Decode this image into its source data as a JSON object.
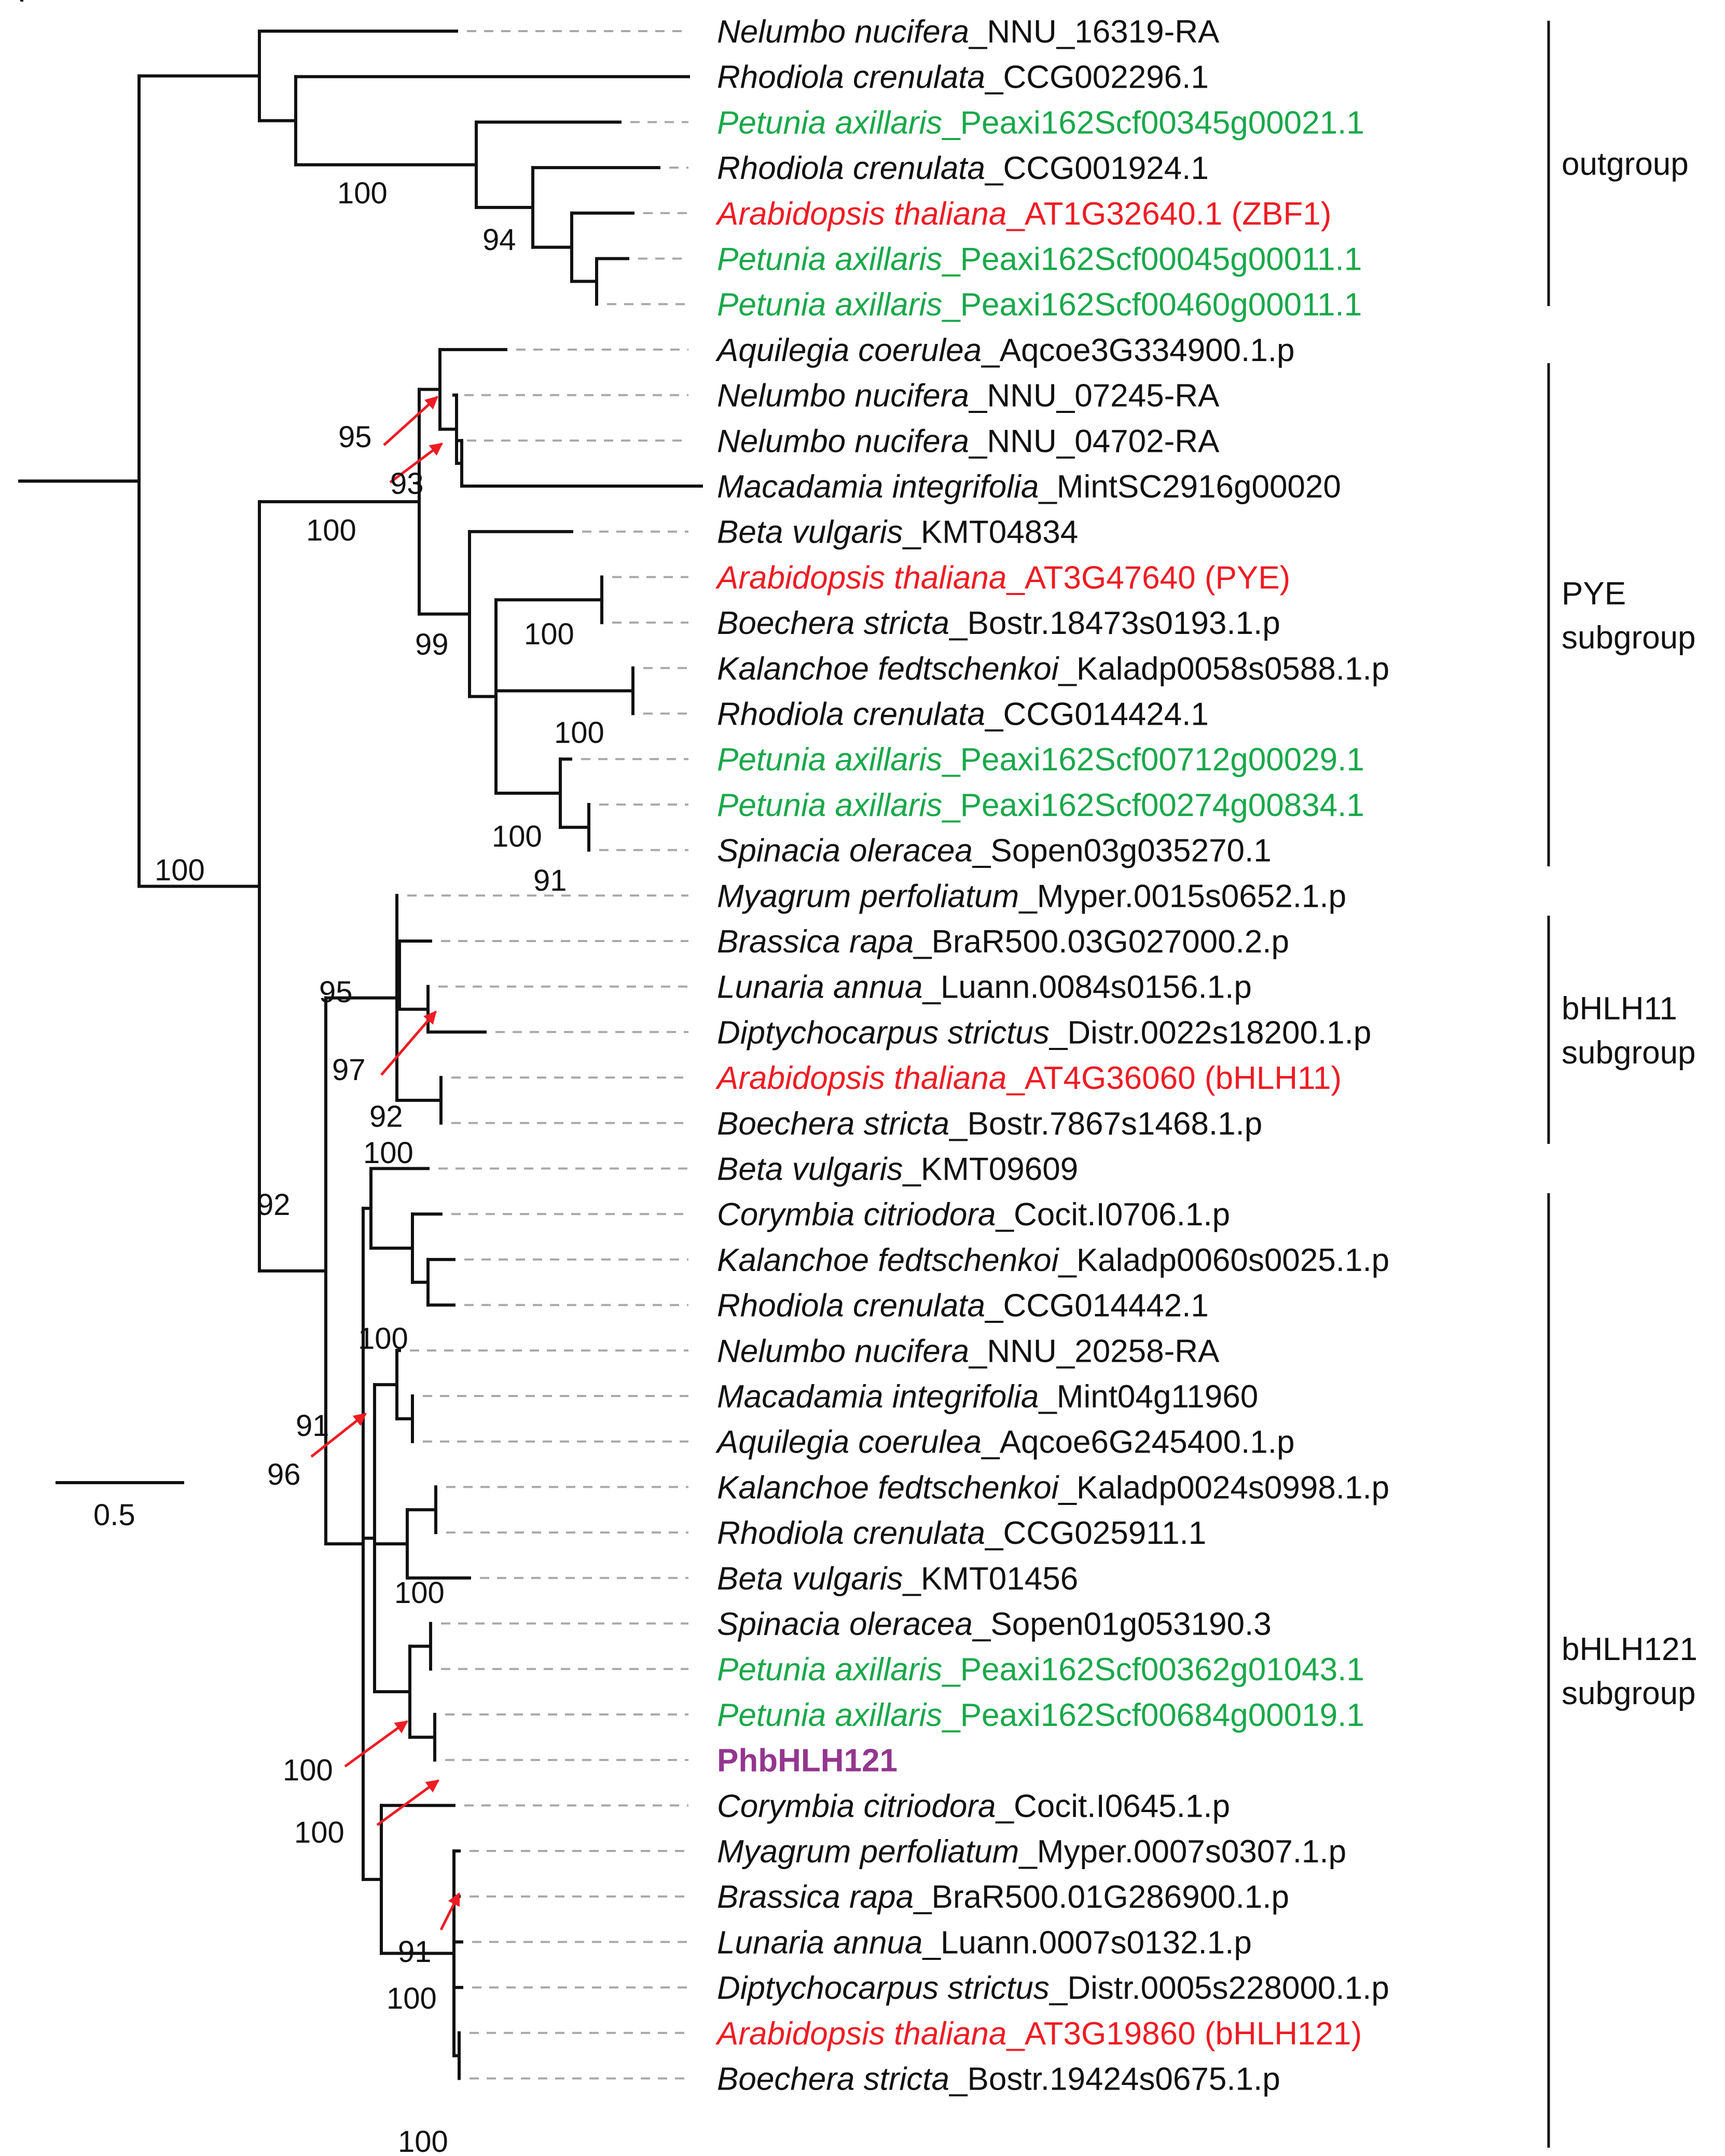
{
  "colors": {
    "default": "#111111",
    "petunia": "#18a84a",
    "arabidopsis": "#ee1c24",
    "highlight": "#93368f",
    "leader": "#a8a8a8",
    "arrow": "#ee1c24"
  },
  "leaves": [
    {
      "species": "Nelumbo nucifera",
      "id": "NNU_16319-RA",
      "suffix": "",
      "kind": "default"
    },
    {
      "species": "Rhodiola crenulata",
      "id": "CCG002296.1",
      "suffix": "",
      "kind": "default"
    },
    {
      "species": "Petunia axillaris",
      "id": "Peaxi162Scf00345g00021.1",
      "suffix": "",
      "kind": "petunia"
    },
    {
      "species": "Rhodiola crenulata",
      "id": "CCG001924.1",
      "suffix": "",
      "kind": "default"
    },
    {
      "species": "Arabidopsis thaliana",
      "id": "AT1G32640.1",
      "suffix": " (ZBF1)",
      "kind": "arabidopsis"
    },
    {
      "species": "Petunia axillaris",
      "id": "Peaxi162Scf00045g00011.1",
      "suffix": "",
      "kind": "petunia"
    },
    {
      "species": "Petunia axillaris",
      "id": "Peaxi162Scf00460g00011.1",
      "suffix": "",
      "kind": "petunia"
    },
    {
      "species": "Aquilegia coerulea",
      "id": "Aqcoe3G334900.1.p",
      "suffix": "",
      "kind": "default"
    },
    {
      "species": "Nelumbo nucifera",
      "id": "NNU_07245-RA",
      "suffix": "",
      "kind": "default"
    },
    {
      "species": "Nelumbo nucifera",
      "id": "NNU_04702-RA",
      "suffix": "",
      "kind": "default"
    },
    {
      "species": "Macadamia integrifolia",
      "id": "MintSC2916g00020",
      "suffix": "",
      "kind": "default"
    },
    {
      "species": "Beta vulgaris",
      "id": "KMT04834",
      "suffix": "",
      "kind": "default"
    },
    {
      "species": "Arabidopsis thaliana",
      "id": "AT3G47640",
      "suffix": " (PYE)",
      "kind": "arabidopsis"
    },
    {
      "species": "Boechera stricta",
      "id": "Bostr.18473s0193.1.p",
      "suffix": "",
      "kind": "default"
    },
    {
      "species": "Kalanchoe fedtschenkoi",
      "id": "Kaladp0058s0588.1.p",
      "suffix": "",
      "kind": "default"
    },
    {
      "species": "Rhodiola crenulata",
      "id": "CCG014424.1",
      "suffix": "",
      "kind": "default"
    },
    {
      "species": "Petunia axillaris",
      "id": "Peaxi162Scf00712g00029.1",
      "suffix": "",
      "kind": "petunia"
    },
    {
      "species": "Petunia axillaris",
      "id": "Peaxi162Scf00274g00834.1",
      "suffix": "",
      "kind": "petunia"
    },
    {
      "species": "Spinacia oleracea",
      "id": "Sopen03g035270.1",
      "suffix": "",
      "kind": "default"
    },
    {
      "species": "Myagrum perfoliatum",
      "id": "Myper.0015s0652.1.p",
      "suffix": "",
      "kind": "default"
    },
    {
      "species": "Brassica rapa",
      "id": "BraR500.03G027000.2.p",
      "suffix": "",
      "kind": "default"
    },
    {
      "species": "Lunaria annua",
      "id": "Luann.0084s0156.1.p",
      "suffix": "",
      "kind": "default"
    },
    {
      "species": "Diptychocarpus strictus",
      "id": "Distr.0022s18200.1.p",
      "suffix": "",
      "kind": "default"
    },
    {
      "species": "Arabidopsis thaliana",
      "id": "AT4G36060",
      "suffix": " (bHLH11)",
      "kind": "arabidopsis"
    },
    {
      "species": "Boechera stricta",
      "id": "Bostr.7867s1468.1.p",
      "suffix": "",
      "kind": "default"
    },
    {
      "species": "Beta vulgaris",
      "id": "KMT09609",
      "suffix": "",
      "kind": "default"
    },
    {
      "species": "Corymbia citriodora",
      "id": "Cocit.I0706.1.p",
      "suffix": "",
      "kind": "default"
    },
    {
      "species": "Kalanchoe fedtschenkoi",
      "id": "Kaladp0060s0025.1.p",
      "suffix": "",
      "kind": "default"
    },
    {
      "species": "Rhodiola crenulata",
      "id": "CCG014442.1",
      "suffix": "",
      "kind": "default"
    },
    {
      "species": "Nelumbo nucifera",
      "id": "NNU_20258-RA",
      "suffix": "",
      "kind": "default"
    },
    {
      "species": "Macadamia integrifolia",
      "id": "Mint04g11960",
      "suffix": "",
      "kind": "default"
    },
    {
      "species": "Aquilegia coerulea",
      "id": "Aqcoe6G245400.1.p",
      "suffix": "",
      "kind": "default"
    },
    {
      "species": "Kalanchoe fedtschenkoi",
      "id": "Kaladp0024s0998.1.p",
      "suffix": "",
      "kind": "default"
    },
    {
      "species": "Rhodiola crenulata",
      "id": "CCG025911.1",
      "suffix": "",
      "kind": "default"
    },
    {
      "species": "Beta vulgaris",
      "id": "KMT01456",
      "suffix": "",
      "kind": "default"
    },
    {
      "species": "Spinacia oleracea",
      "id": "Sopen01g053190.3",
      "suffix": "",
      "kind": "default"
    },
    {
      "species": "Petunia axillaris",
      "id": "Peaxi162Scf00362g01043.1",
      "suffix": "",
      "kind": "petunia"
    },
    {
      "species": "Petunia axillaris",
      "id": "Peaxi162Scf00684g00019.1",
      "suffix": "",
      "kind": "petunia"
    },
    {
      "species": "",
      "id": "PhbHLH121",
      "suffix": "",
      "kind": "highlight"
    },
    {
      "species": "Corymbia citriodora",
      "id": "Cocit.I0645.1.p",
      "suffix": "",
      "kind": "default"
    },
    {
      "species": "Myagrum perfoliatum",
      "id": "Myper.0007s0307.1.p",
      "suffix": "",
      "kind": "default"
    },
    {
      "species": "Brassica rapa",
      "id": "BraR500.01G286900.1.p",
      "suffix": "",
      "kind": "default"
    },
    {
      "species": "Lunaria annua",
      "id": "Luann.0007s0132.1.p",
      "suffix": "",
      "kind": "default"
    },
    {
      "species": "Diptychocarpus strictus",
      "id": "Distr.0005s228000.1.p",
      "suffix": "",
      "kind": "default"
    },
    {
      "species": "Arabidopsis thaliana",
      "id": "AT3G19860",
      "suffix": " (bHLH121)",
      "kind": "arabidopsis"
    },
    {
      "species": "Boechera stricta",
      "id": "Bostr.19424s0675.1.p",
      "suffix": "",
      "kind": "default"
    }
  ],
  "support_values": [
    "100",
    "94",
    "95",
    "93",
    "100",
    "99",
    "100",
    "100",
    "100",
    "91",
    "100",
    "95",
    "97",
    "92",
    "100",
    "92",
    "100",
    "91",
    "96",
    "100",
    "100",
    "100",
    "91",
    "100",
    "100"
  ],
  "groups": [
    {
      "line1": "outgroup",
      "line2": ""
    },
    {
      "line1": "PYE",
      "line2": "subgroup"
    },
    {
      "line1": "bHLH11",
      "line2": "subgroup"
    },
    {
      "line1": "bHLH121",
      "line2": "subgroup"
    }
  ],
  "scale": {
    "label": "0.5",
    "value": 0.5
  }
}
